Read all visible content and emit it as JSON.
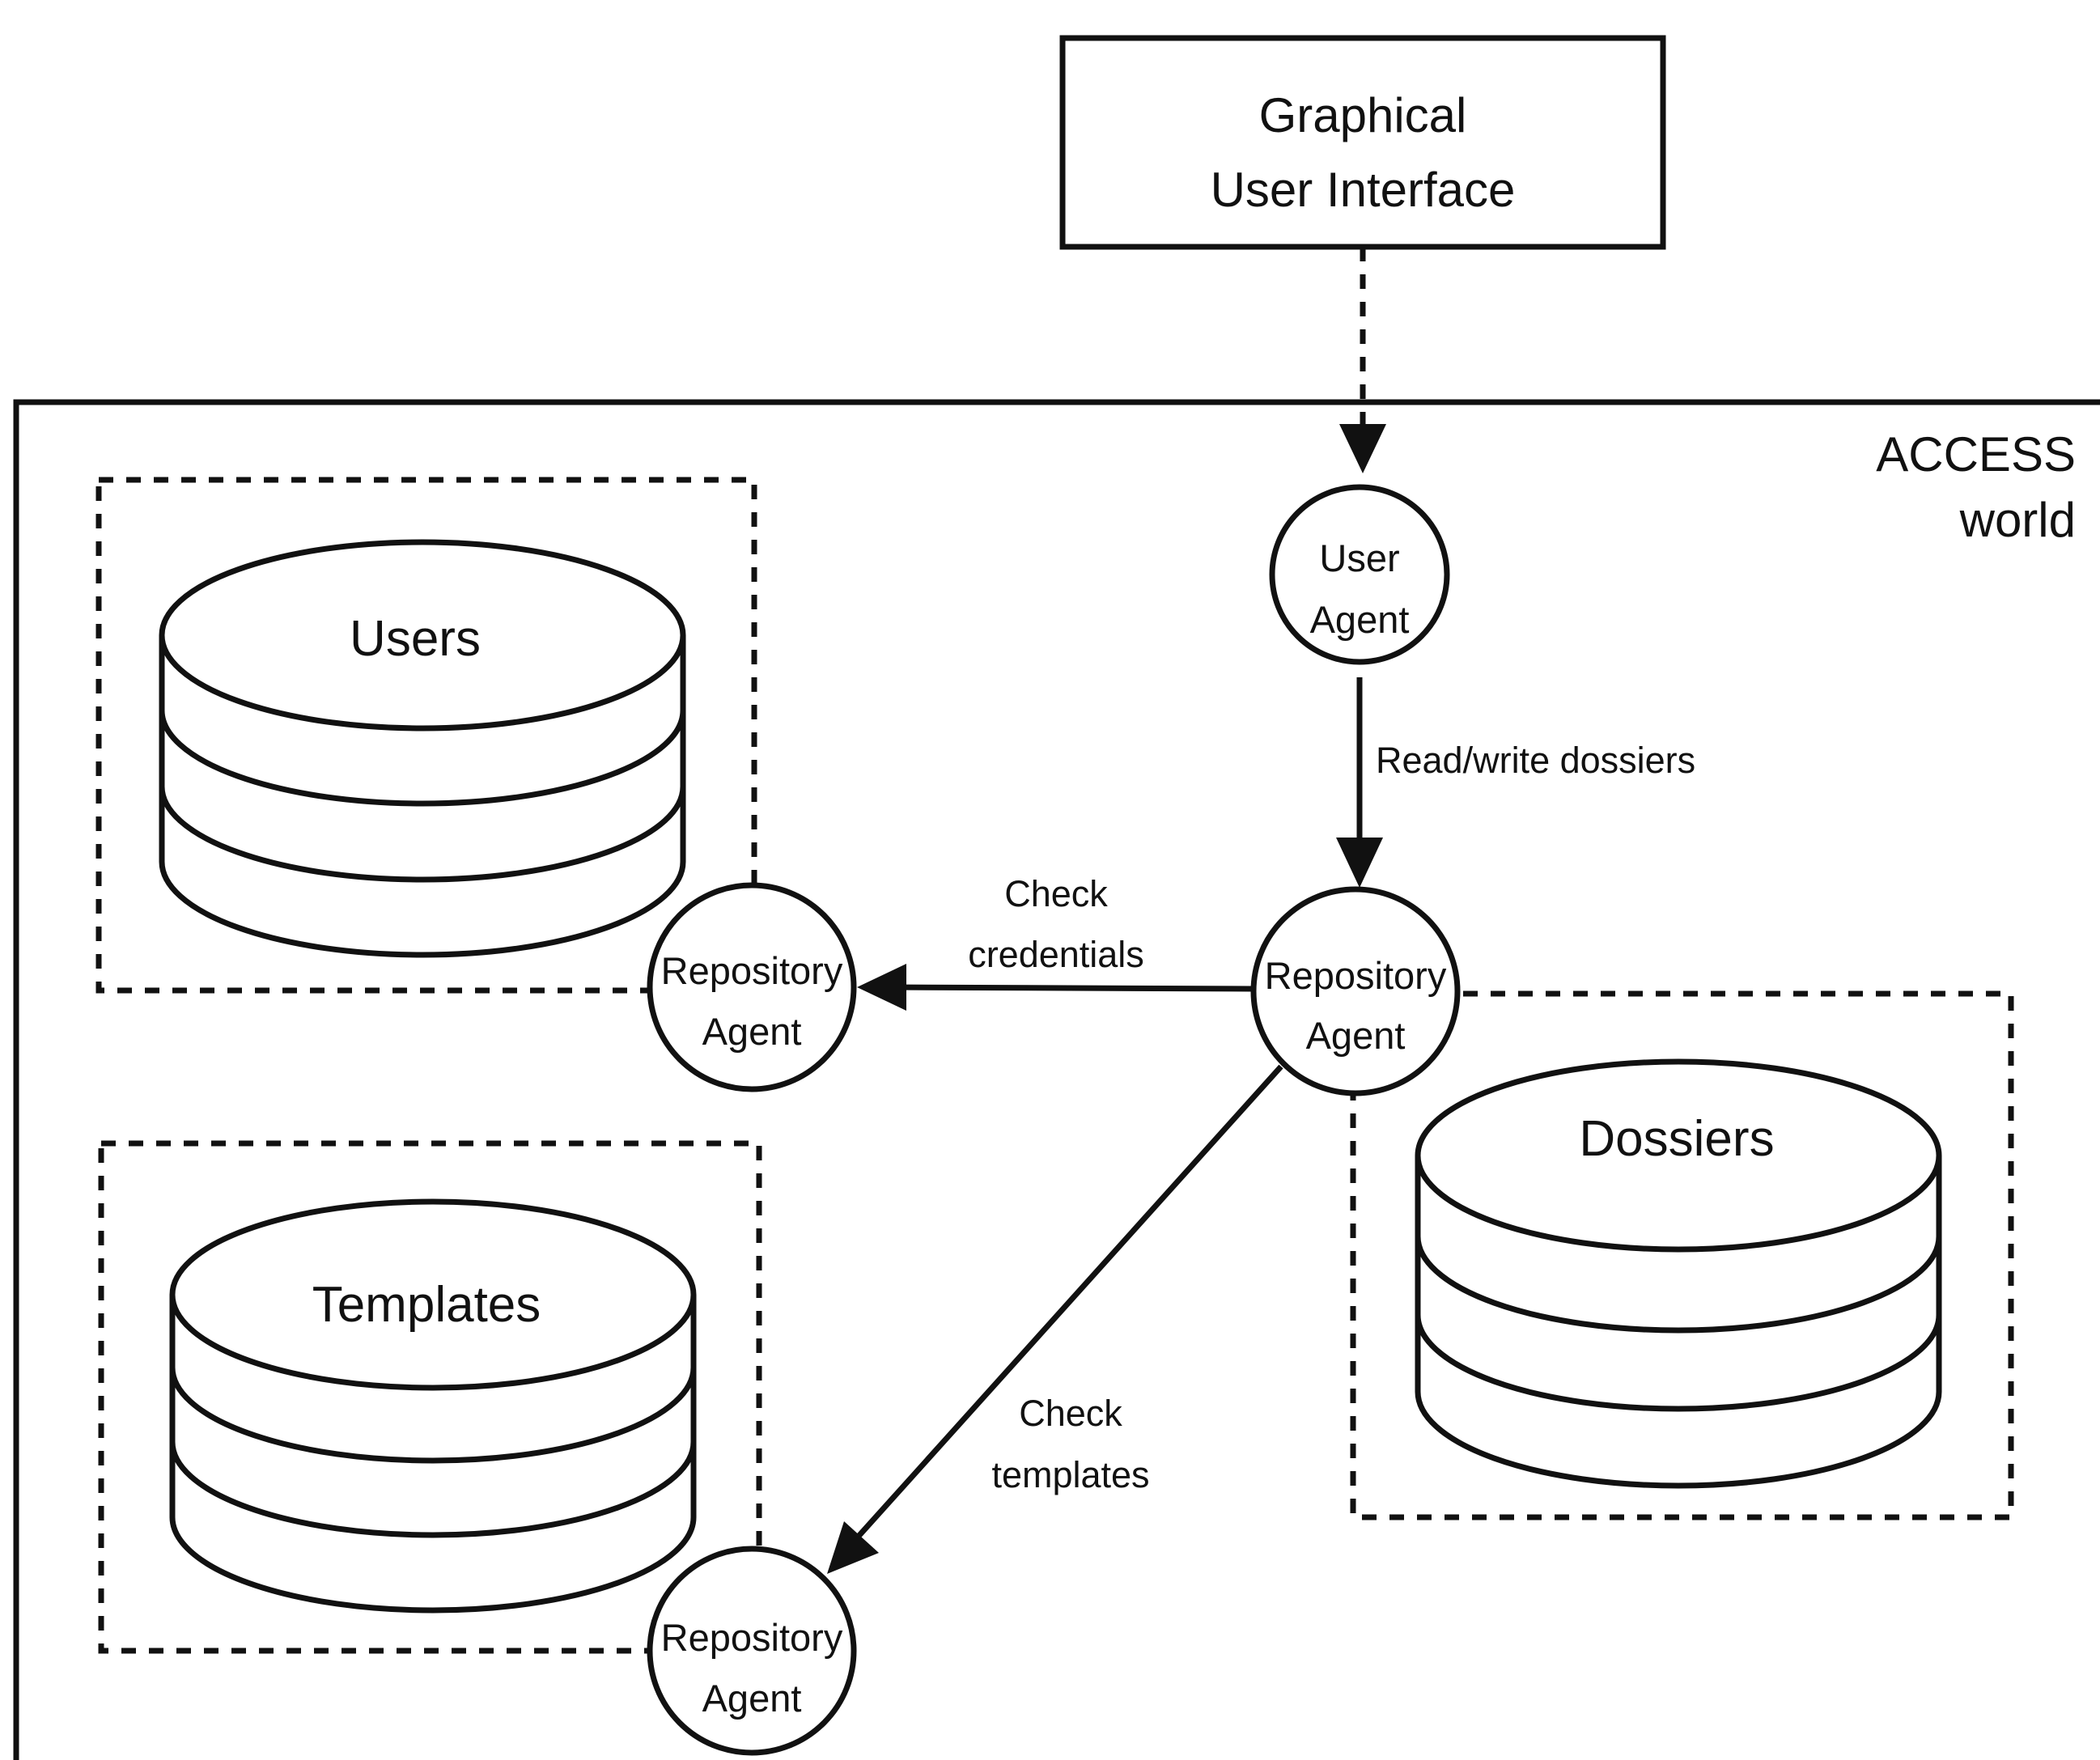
{
  "gui": {
    "line1": "Graphical",
    "line2": "User Interface"
  },
  "world": {
    "line1": "ACCESS",
    "line2": "world"
  },
  "user_agent": {
    "line1": "User",
    "line2": "Agent"
  },
  "repository_agent_main": {
    "line1": "Repository",
    "line2": "Agent"
  },
  "repository_agent_users": {
    "line1": "Repository",
    "line2": "Agent"
  },
  "repository_agent_templates": {
    "line1": "Repository",
    "line2": "Agent"
  },
  "databases": {
    "users": "Users",
    "templates": "Templates",
    "dossiers": "Dossiers"
  },
  "edges": {
    "read_write": "Read/write dossiers",
    "check_credentials_line1": "Check",
    "check_credentials_line2": "credentials",
    "check_templates_line1": "Check",
    "check_templates_line2": "templates"
  }
}
